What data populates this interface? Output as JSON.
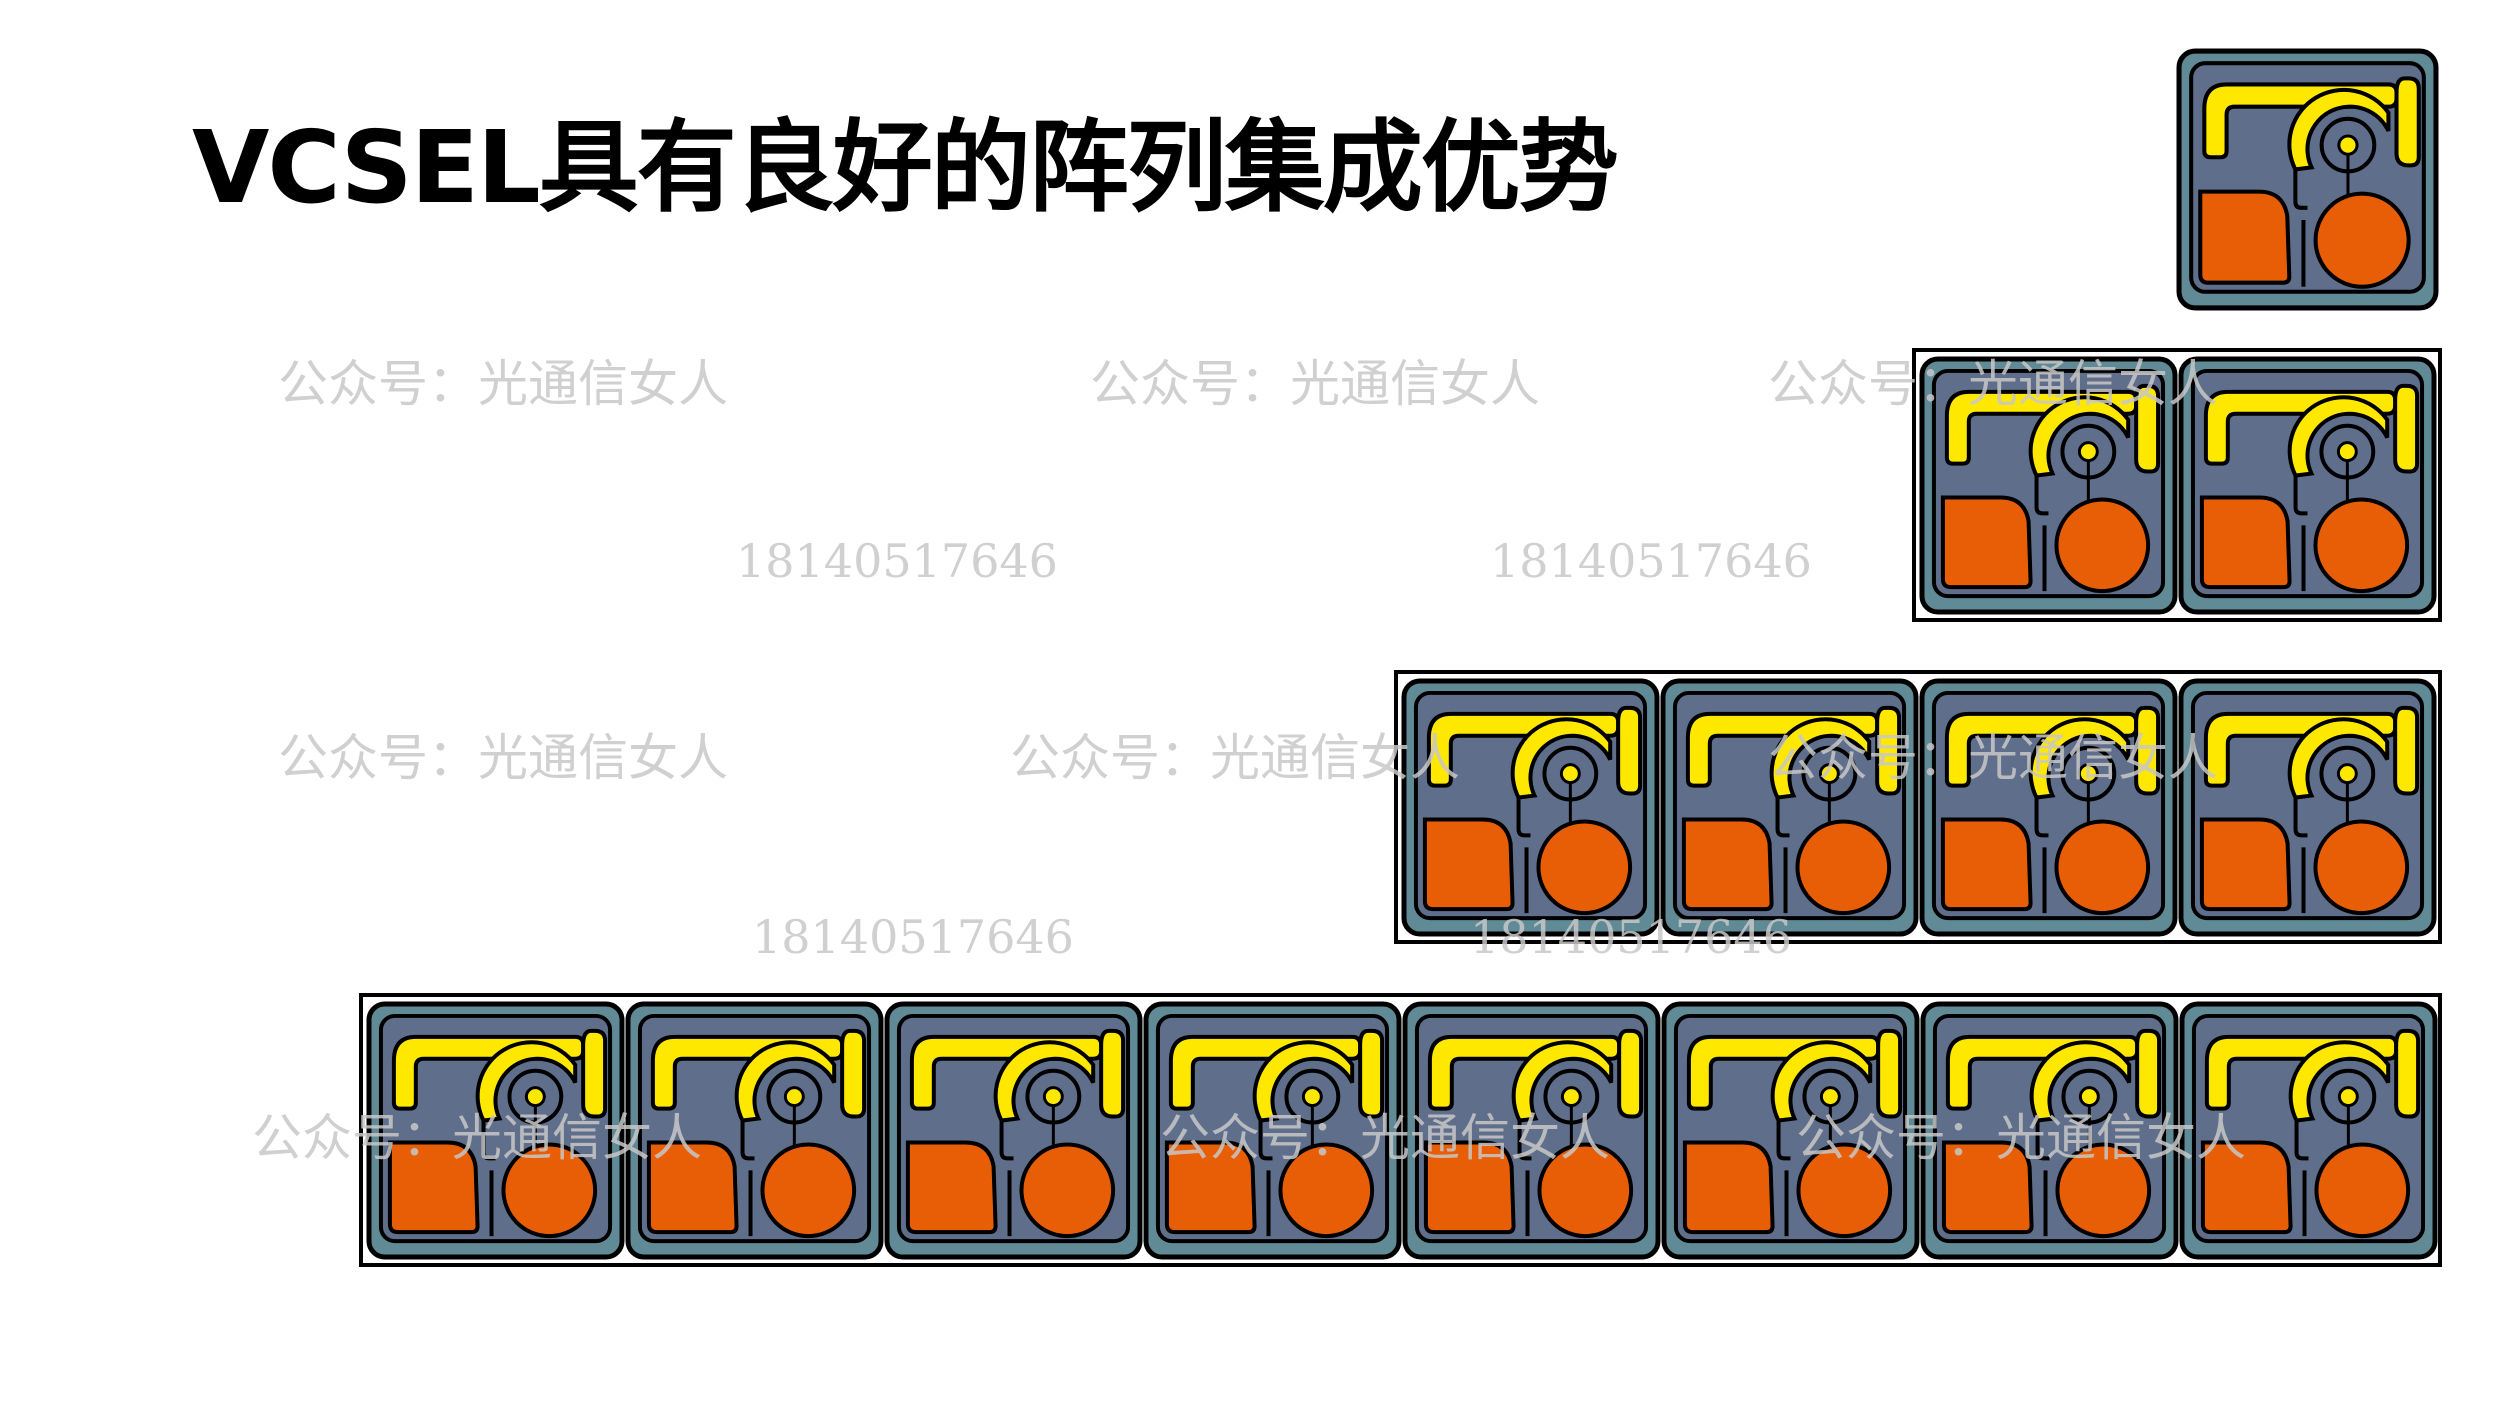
{
  "slide": {
    "title": "VCSEL具有良好的阵列集成优势"
  },
  "watermarks": [
    {
      "text": "公众号：光通信女人",
      "kind": "text"
    },
    {
      "text": "公众号：光通信女人",
      "kind": "text"
    },
    {
      "text": "公众号：光通信女人",
      "kind": "text"
    },
    {
      "text": "18140517646",
      "kind": "number"
    },
    {
      "text": "18140517646",
      "kind": "number"
    },
    {
      "text": "公众号：光通信女人",
      "kind": "text"
    },
    {
      "text": "公众号：光通信女人",
      "kind": "text"
    },
    {
      "text": "公众号：光通信女人",
      "kind": "text"
    },
    {
      "text": "18140517646",
      "kind": "number"
    },
    {
      "text": "18140517646",
      "kind": "number"
    },
    {
      "text": "公众号：光通信女人",
      "kind": "text"
    },
    {
      "text": "公众号：光通信女人",
      "kind": "text"
    },
    {
      "text": "公众号：光通信女人",
      "kind": "text"
    }
  ],
  "arrays": [
    {
      "name": "array-1x1",
      "count": 1
    },
    {
      "name": "array-1x2",
      "count": 2
    },
    {
      "name": "array-1x4",
      "count": 4
    },
    {
      "name": "array-1x8",
      "count": 8
    }
  ],
  "colors": {
    "chip_frame": "#5f8a96",
    "chip_body": "#5f6e8a",
    "contact_pad": "#e85e06",
    "metal_trace": "#ffe800",
    "outline": "#000000",
    "watermark": "#c8c8c8"
  }
}
